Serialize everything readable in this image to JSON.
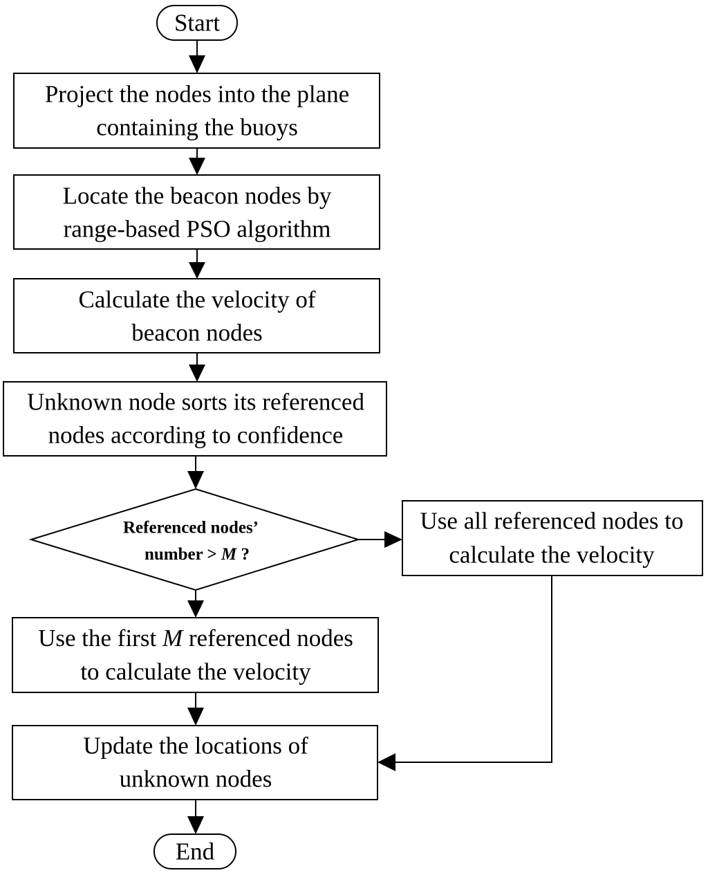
{
  "flowchart": {
    "start": {
      "label": "Start"
    },
    "steps": [
      {
        "id": "project",
        "lines": [
          "Project the nodes into the plane",
          "containing the buoys"
        ]
      },
      {
        "id": "locate",
        "lines": [
          "Locate the beacon nodes by",
          "range-based PSO algorithm"
        ]
      },
      {
        "id": "velocity",
        "lines": [
          "Calculate the velocity of",
          "beacon nodes"
        ]
      },
      {
        "id": "sort",
        "lines": [
          "Unknown node sorts its referenced",
          "nodes according to confidence"
        ]
      }
    ],
    "decision": {
      "line1": "Referenced nodes’",
      "line2_prefix": "number > ",
      "line2_var": "M",
      "line2_suffix": " ?"
    },
    "branch_yes": {
      "lines": [
        "Use all referenced nodes to",
        "calculate the velocity"
      ]
    },
    "branch_no": {
      "line1_prefix": "Use the first ",
      "line1_var": "M",
      "line1_suffix": " referenced nodes",
      "line2": "to calculate the velocity"
    },
    "update": {
      "lines": [
        "Update the locations of",
        "unknown nodes"
      ]
    },
    "end": {
      "label": "End"
    }
  }
}
